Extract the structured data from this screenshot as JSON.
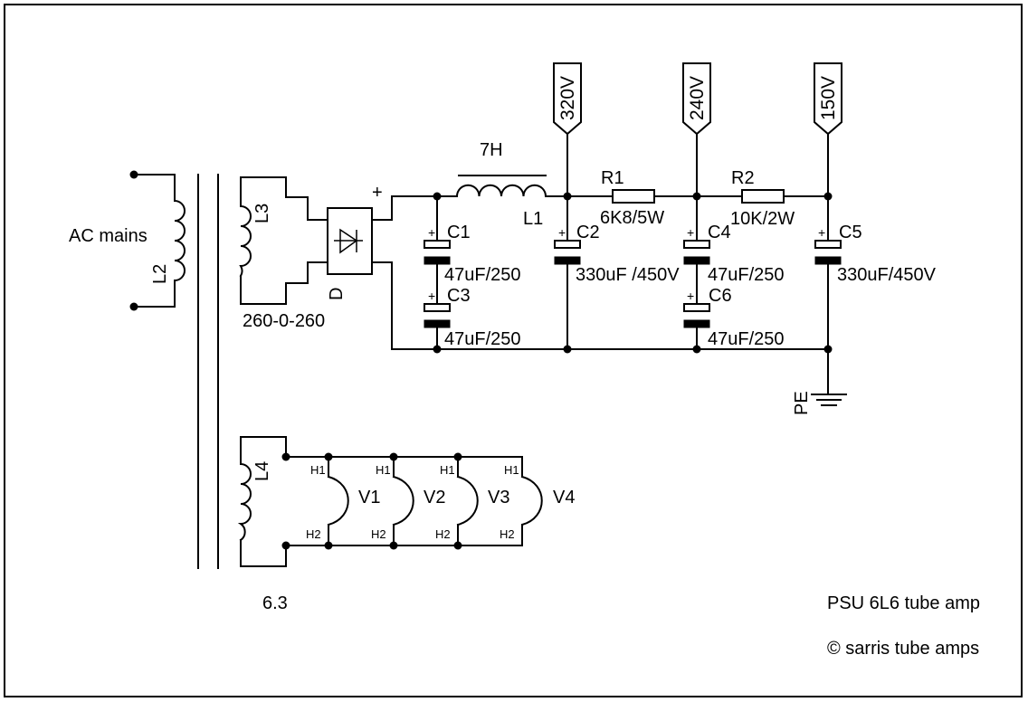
{
  "labels": {
    "ac_mains": "AC mains",
    "l2": "L2",
    "l3": "L3",
    "l4": "L4",
    "secondary_hv": "260-0-260",
    "secondary_heater": "6.3",
    "rectifier": "D",
    "plus": "+",
    "choke_value": "7H",
    "choke": "L1",
    "c1": "C1",
    "c1_value": "47uF/250",
    "c3": "C3",
    "c3_value": "47uF/250",
    "c2": "C2",
    "c2_value": "330uF /450V",
    "c4": "C4",
    "c4_value": "47uF/250",
    "c6": "C6",
    "c6_value": "47uF/250",
    "c5": "C5",
    "c5_value": "330uF/450V",
    "r1": "R1",
    "r1_value": "6K8/5W",
    "r2": "R2",
    "r2_value": "10K/2W",
    "flag_320": "320V",
    "flag_240": "240V",
    "flag_150": "150V",
    "pe": "PE",
    "v1": "V1",
    "v2": "V2",
    "v3": "V3",
    "v4": "V4",
    "h1": "H1",
    "h2": "H2",
    "cap_plus": "+",
    "title": "PSU 6L6 tube amp",
    "copyright": "© sarris tube amps"
  }
}
